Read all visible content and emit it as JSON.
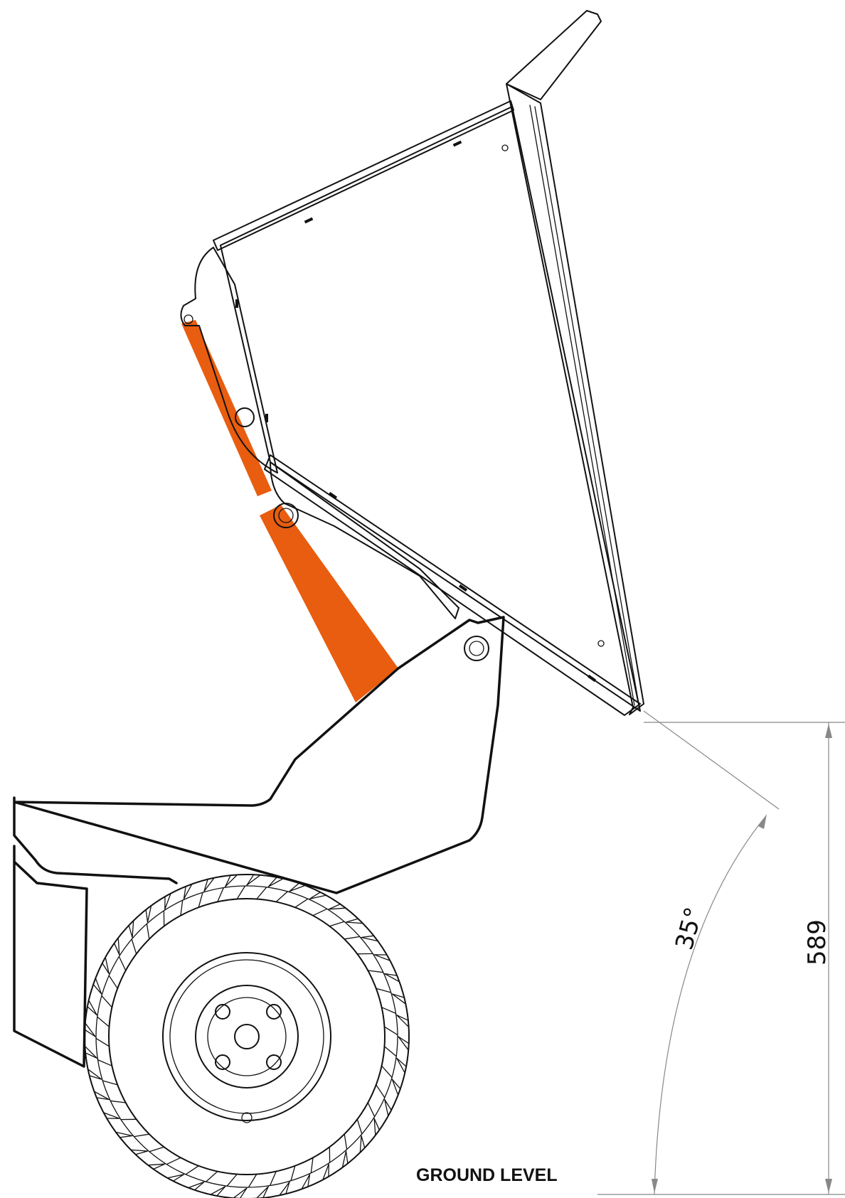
{
  "labels": {
    "ground": "GROUND LEVEL",
    "angle": "35°",
    "height": "589"
  },
  "colors": {
    "ram": "#E85D10",
    "line": "#111111",
    "dimension": "#888888"
  }
}
